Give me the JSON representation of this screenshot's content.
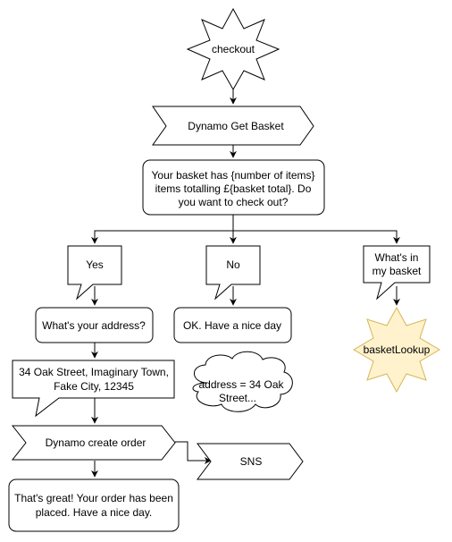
{
  "diagram": {
    "nodes": {
      "checkout": "checkout",
      "get_basket": "Dynamo Get Basket",
      "question": [
        "Your basket has {number of items}",
        "items totalling £{basket total}. Do",
        "you want to check out?"
      ],
      "yes": "Yes",
      "no": "No",
      "whats_in": [
        "What's in",
        "my basket"
      ],
      "address_q": "What's your address?",
      "ok_nice": "OK. Have a nice day",
      "basket_lookup": "basketLookup",
      "address_answer": [
        "34 Oak Street, Imaginary Town,",
        "Fake City, 12345"
      ],
      "address_var": [
        "address = 34 Oak",
        "Street..."
      ],
      "create_order": "Dynamo create order",
      "sns": "SNS",
      "placed": [
        "That's great! Your order has been",
        "placed. Have a nice day."
      ]
    },
    "colors": {
      "stroke": "#000000",
      "fill": "#ffffff",
      "star_highlight_fill": "#fff2cc",
      "star_highlight_stroke": "#d6b656"
    }
  }
}
